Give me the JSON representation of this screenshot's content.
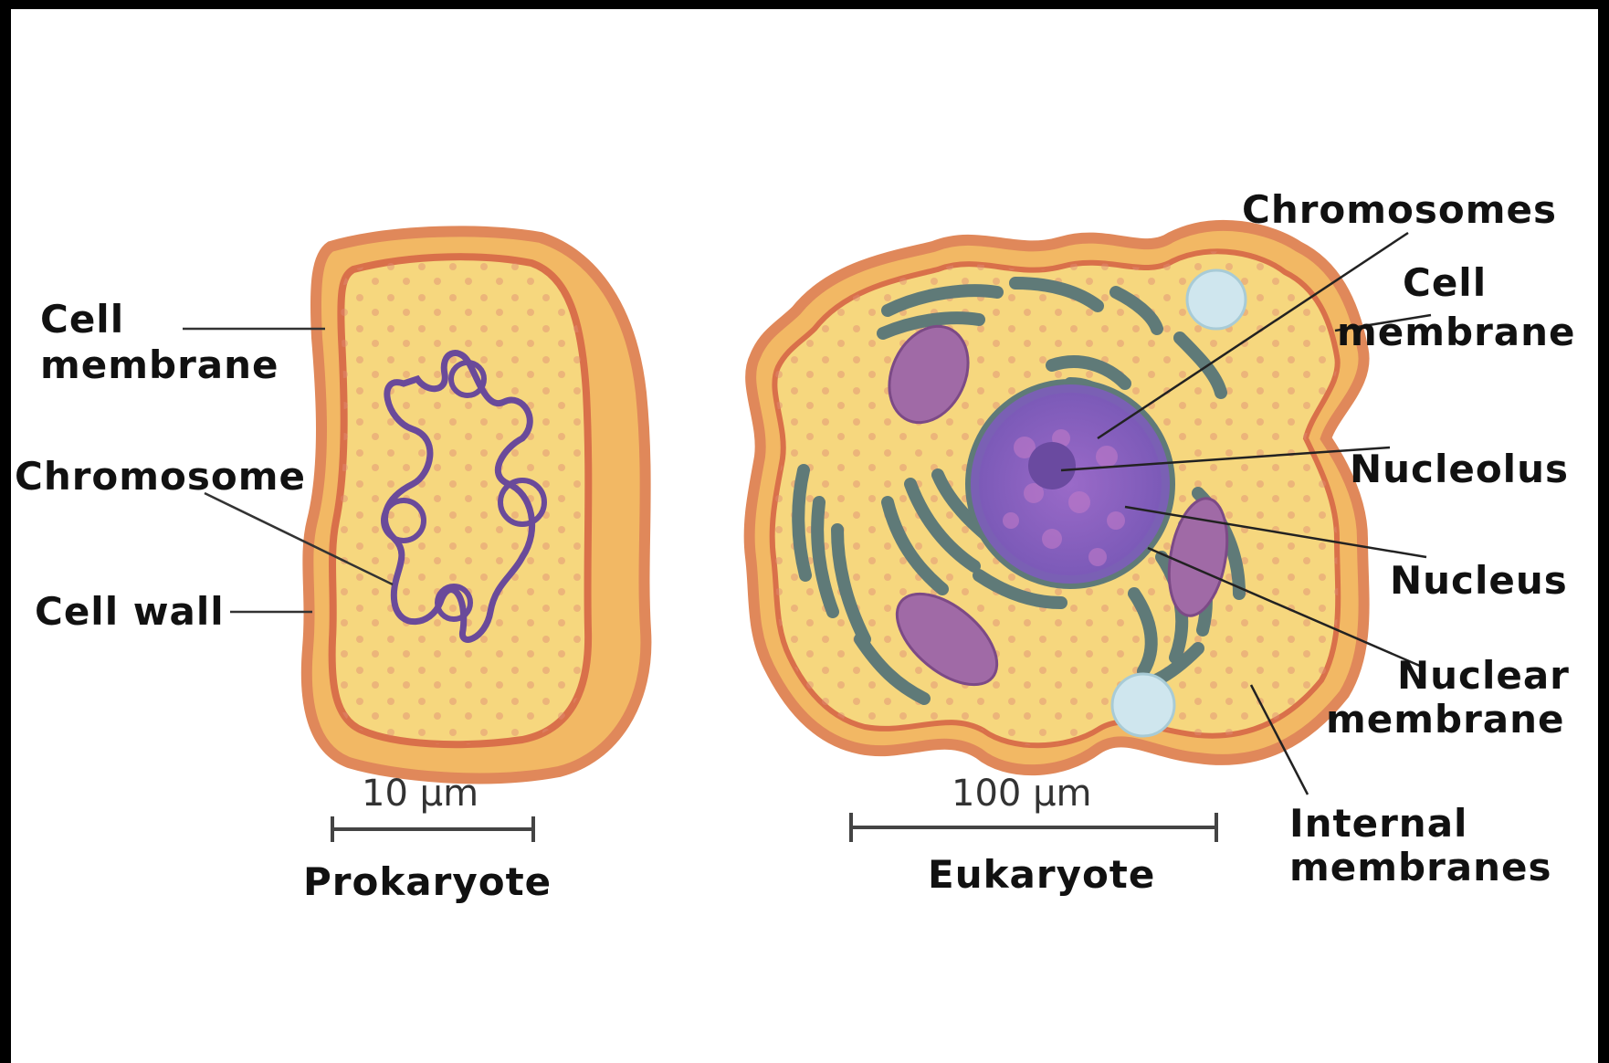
{
  "prokaryote": {
    "title": "Prokaryote",
    "scale_label": "10 μm",
    "labels": {
      "cell_membrane_1": "Cell",
      "cell_membrane_2": "membrane",
      "chromosome": "Chromosome",
      "cell_wall": "Cell wall"
    }
  },
  "eukaryote": {
    "title": "Eukaryote",
    "scale_label": "100 μm",
    "labels": {
      "chromosomes": "Chromosomes",
      "cell_membrane_1": "Cell",
      "cell_membrane_2": "membrane",
      "nucleolus": "Nucleolus",
      "nucleus": "Nucleus",
      "nuclear_membrane_1": "Nuclear",
      "nuclear_membrane_2": "membrane",
      "internal_membranes_1": "Internal",
      "internal_membranes_2": "membranes"
    }
  },
  "colors": {
    "cytoplasm": "#f6d77e",
    "membrane": "#e6945a",
    "dna": "#6a4a9a",
    "nucleus": "#8a6ac0",
    "organelle": "#5f7a78",
    "mitochondrion": "#a06aa6",
    "vacuole": "#cfe6ee"
  }
}
